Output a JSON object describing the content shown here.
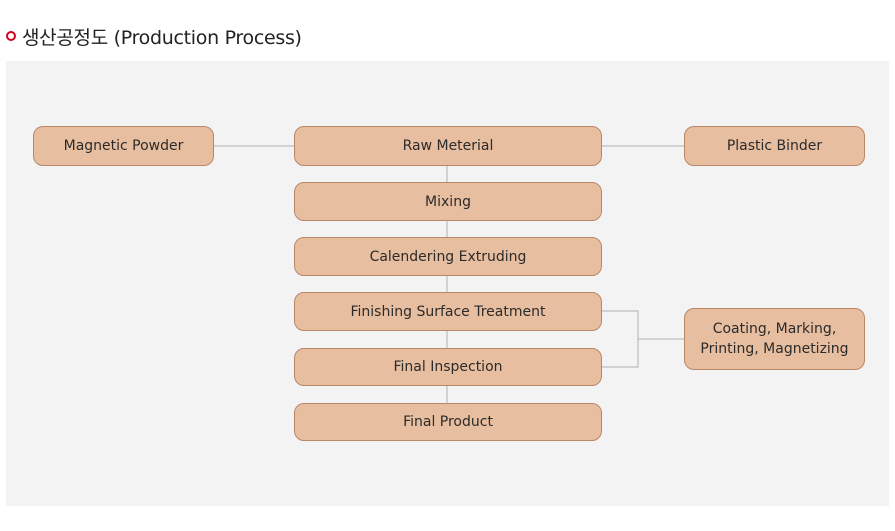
{
  "header": {
    "title": "생산공정도 (Production Process)",
    "bullet_color": "#d0021b"
  },
  "diagram": {
    "node_fill": "#e8bea0",
    "node_border": "#b98768",
    "line_color": "#b0b0b0",
    "nodes": {
      "magnetic_powder": "Magnetic Powder",
      "raw_material": "Raw Meterial",
      "plastic_binder": "Plastic Binder",
      "mixing": "Mixing",
      "calendering": "Calendering Extruding",
      "finishing": "Finishing Surface Treatment",
      "final_inspection": "Final Inspection",
      "final_product": "Final Product",
      "coating": "Coating, Marking,\nPrinting, Magnetizing"
    }
  }
}
